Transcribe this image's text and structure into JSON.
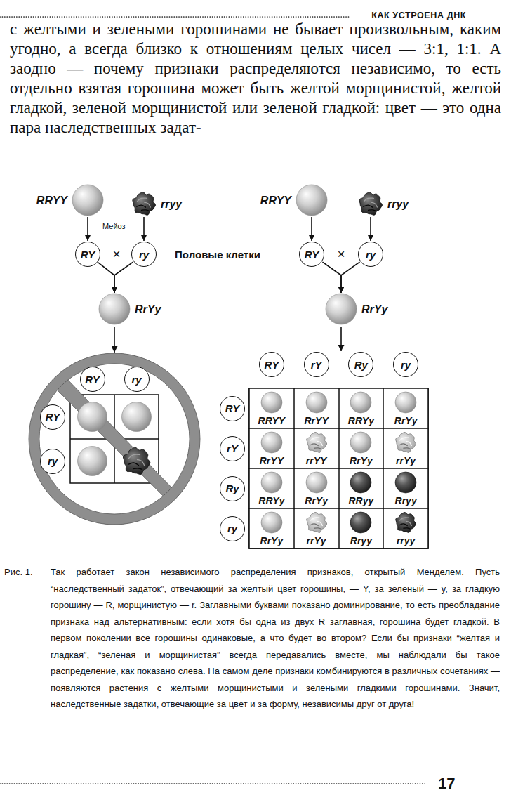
{
  "diagram": {
    "caption": "Так работает закон независимого распределения признаков, открытый Менделем. Пусть “наследственный задаток”, отвечающий за желтый цвет горошины, — Y, за зеленый — y, за гладкую горошину — R, морщинистую — r. Заглавными буквами показано доминирование, то есть преобладание признака над альтернативным: если хотя бы одна из двух R заглавная, горошина будет гладкой. В первом поколении все горошины одинаковые, а что будет во втором? Если бы признаки “желтая и гладкая”, “зеленая и морщинистая” всегда передавались вместе, мы наблюдали бы такое распределение, как показано слева. На самом деле признаки комбинируются в различных сочетаниях — появляются растения с желтыми морщинистыми и зелеными гладкими горошинами. Значит, наследственные задатки, отвечающие за цвет и за форму, независимы друг от друга!",
    "nodes": [
      {
        "text": [
          "RRYY"
        ]
      },
      {
        "text": [
          "rryy"
        ]
      },
      {
        "text": [
          "RY"
        ]
      },
      {
        "text": [
          "ry"
        ]
      },
      {
        "text": [
          "RrYy"
        ]
      },
      {
        "text": [
          "RY"
        ]
      },
      {
        "text": [
          "ry"
        ]
      },
      {
        "text": [
          "RY"
        ]
      },
      {
        "text": [
          "ry"
        ]
      },
      {
        "text": [
          "RRYY"
        ]
      },
      {
        "text": [
          "rryy"
        ]
      },
      {
        "text": [
          "RY"
        ]
      },
      {
        "text": [
          "ry"
        ]
      },
      {
        "text": [
          "RrYy"
        ]
      },
      {
        "text": [
          "RY"
        ]
      },
      {
        "text": [
          "rY"
        ]
      },
      {
        "text": [
          "Ry"
        ]
      },
      {
        "text": [
          "ry"
        ]
      },
      {
        "text": [
          "RY"
        ]
      },
      {
        "text": [
          "rY"
        ]
      },
      {
        "text": [
          "Ry"
        ]
      },
      {
        "text": [
          "ry"
        ]
      },
      {
        "text": [
          "RRYY"
        ]
      },
      {
        "text": [
          "RrYY"
        ]
      },
      {
        "text": [
          "RRYy"
        ]
      },
      {
        "text": [
          "RrYy"
        ]
      },
      {
        "text": [
          "RrYY"
        ]
      },
      {
        "text": [
          "rrYY"
        ]
      },
      {
        "text": [
          "RrYy"
        ]
      },
      {
        "text": [
          "rrYy"
        ]
      },
      {
        "text": [
          "RRYy"
        ]
      },
      {
        "text": [
          "RrYy"
        ]
      },
      {
        "text": [
          "RRyy"
        ]
      },
      {
        "text": [
          "Rryy"
        ]
      },
      {
        "text": [
          "RrYy"
        ]
      },
      {
        "text": [
          "rrYy"
        ]
      },
      {
        "text": [
          "Rryy"
        ]
      },
      {
        "text": [
          "rryy"
        ]
      }
    ],
    "edges": [
      {
        "from": 0,
        "to": 2,
        "arrow": "to"
      },
      {
        "from": 1,
        "to": 3,
        "arrow": "to"
      },
      {
        "from": 2,
        "to": 4,
        "arrow": "to"
      },
      {
        "from": 3,
        "to": 4,
        "arrow": "to"
      },
      {
        "from": 9,
        "to": 11,
        "arrow": "to"
      },
      {
        "from": 10,
        "to": 12,
        "arrow": "to"
      },
      {
        "from": 11,
        "to": 13,
        "arrow": "to"
      },
      {
        "from": 12,
        "to": 13,
        "arrow": "to"
      }
    ],
    "labels": [
      "КАК УСТРОЕНА ДНК",
      "с желтыми и зелеными горошинами не бывает произвольным, каким угодно, а всегда близко к отношениям целых чисел — 3:1, 1:1. А заодно — почему признаки распределяются независимо, то есть отдельно взятая горошина может быть желтой морщинистой, желтой гладкой, зеленой морщинистой или зеленой гладкой: цвет — это одна пара наследственных задат-",
      "Мейоз",
      "×",
      "Половые клетки",
      "×",
      "Рис. 1.",
      "17"
    ]
  }
}
